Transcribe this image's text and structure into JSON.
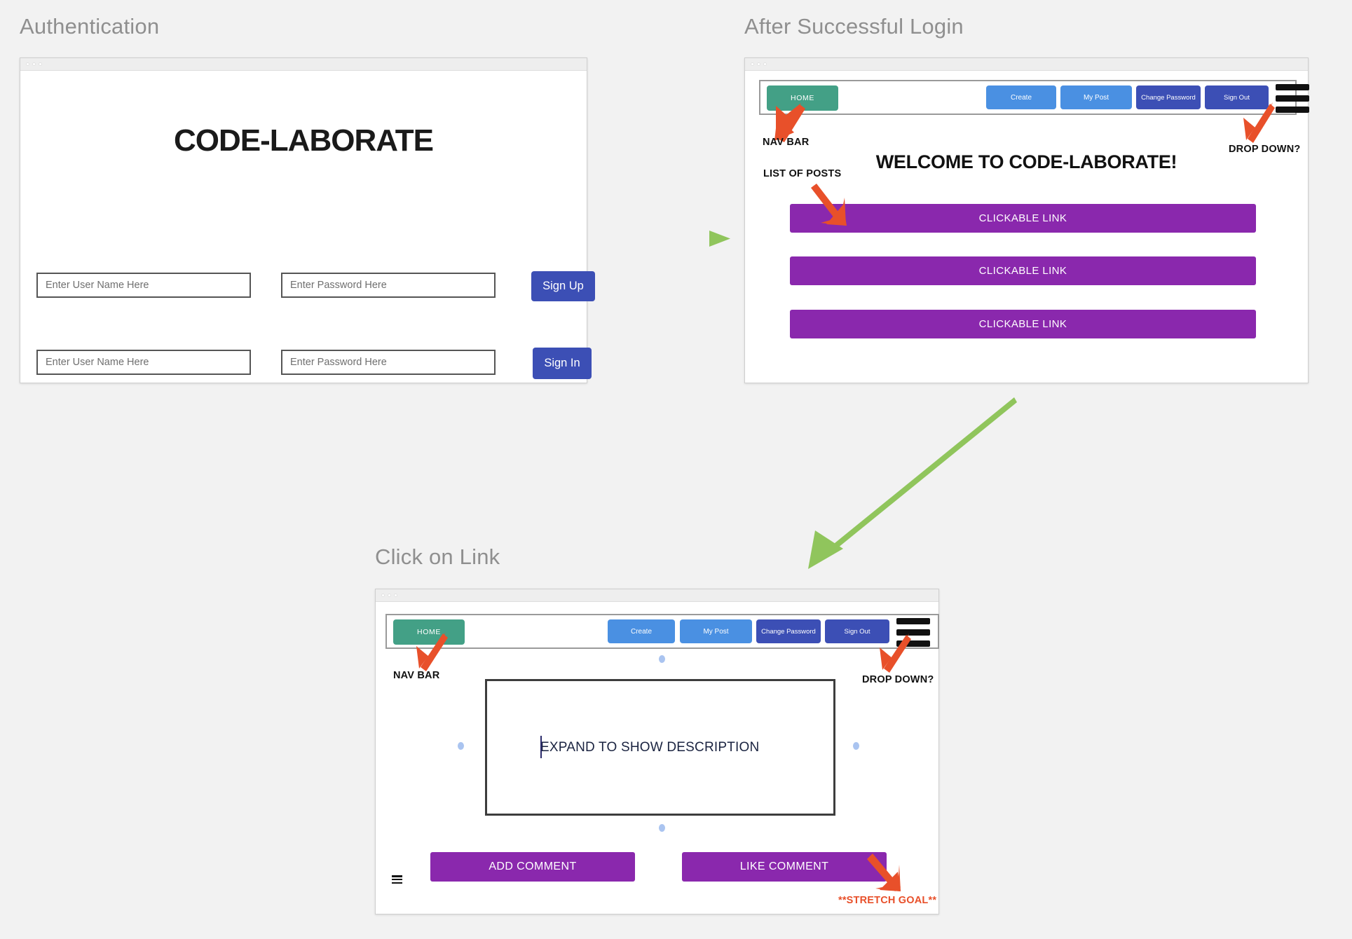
{
  "panels": {
    "auth": {
      "title": "Authentication"
    },
    "after_login": {
      "title": "After Successful Login"
    },
    "detail": {
      "title": "Click on Link"
    }
  },
  "auth_screen": {
    "brand": "CODE-LABORATE",
    "signup_row": {
      "username_placeholder": "Enter User Name Here",
      "password_placeholder": "Enter Password Here",
      "button": "Sign Up"
    },
    "signin_row": {
      "username_placeholder": "Enter User Name Here",
      "password_placeholder": "Enter Password Here",
      "button": "Sign In"
    }
  },
  "home_screen": {
    "nav": {
      "home": "HOME",
      "items": [
        "Create",
        "My Post",
        "Change Password",
        "Sign Out"
      ],
      "menu_icon": "hamburger-menu-icon"
    },
    "heading": "WELCOME TO CODE-LABORATE!",
    "posts": [
      "CLICKABLE LINK",
      "CLICKABLE LINK",
      "CLICKABLE LINK"
    ],
    "annotations": {
      "nav_bar": "NAV BAR",
      "drop_down": "DROP DOWN?",
      "list_of_posts": "LIST OF POSTS"
    }
  },
  "detail_screen": {
    "nav": {
      "home": "HOME",
      "items": [
        "Create",
        "My Post",
        "Change Password",
        "Sign Out"
      ],
      "menu_icon": "hamburger-menu-icon"
    },
    "description_placeholder": "EXPAND TO SHOW DESCRIPTION",
    "actions": [
      "ADD COMMENT",
      "LIKE COMMENT"
    ],
    "annotations": {
      "nav_bar": "NAV BAR",
      "drop_down": "DROP DOWN?",
      "stretch_goal": "**STRETCH GOAL**"
    }
  },
  "colors": {
    "canvas": "#f2f2f2",
    "home_green": "#43a086",
    "nav_blue": "#4a90e2",
    "nav_indigo": "#3c4fb5",
    "post_purple": "#8a28ad",
    "flow_arrow_green": "#90c55c",
    "callout_arrow_red": "#e8502a",
    "title_gray": "#8f8f8f"
  }
}
